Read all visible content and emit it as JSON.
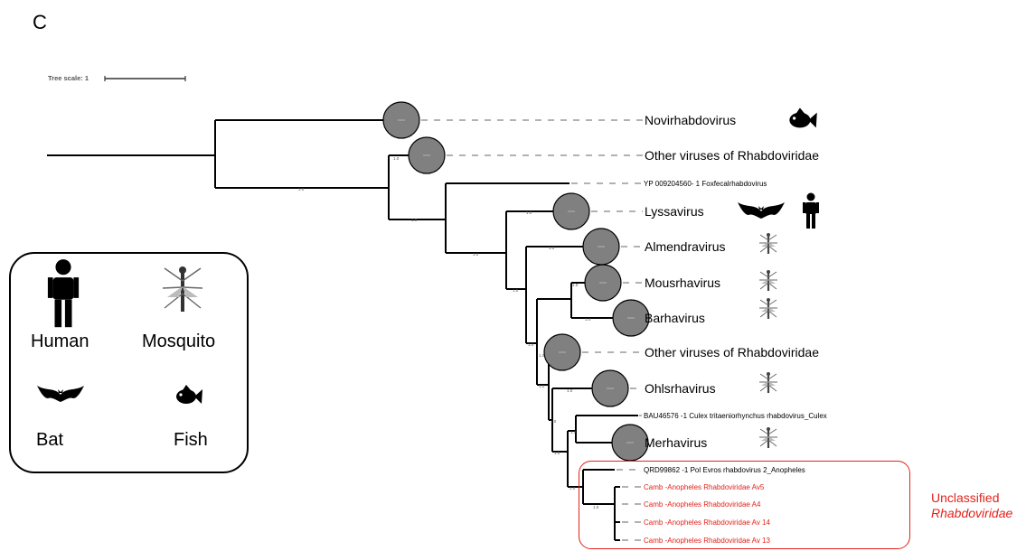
{
  "panel_letter": "C",
  "scale_label": "Tree scale: 1",
  "clades": [
    {
      "label": "Novirhabdovirus"
    },
    {
      "label": "Other viruses of Rhabdoviridae"
    },
    {
      "label": "YP 009204560- 1 Foxfecalrhabdovirus"
    },
    {
      "label": "Lyssavirus"
    },
    {
      "label": "Almendravirus"
    },
    {
      "label": "Mousrhavirus"
    },
    {
      "label": "Barhavirus"
    },
    {
      "label": "Other viruses of Rhabdoviridae"
    },
    {
      "label": "Ohlsrhavirus"
    },
    {
      "label": "BAU46576 -1 Culex tritaeniorhynchus rhabdovirus_Culex"
    },
    {
      "label": "Merhavirus"
    },
    {
      "label": "QRD99862 -1 Pol Evros rhabdovirus   2_Anopheles"
    },
    {
      "label": "Camb -Anopheles Rhabdoviridae Av5"
    },
    {
      "label": "Camb -Anopheles Rhabdoviridae A4"
    },
    {
      "label": "Camb -Anopheles Rhabdoviridae Av 14"
    },
    {
      "label": "Camb -Anopheles Rhabdoviridae Av 13"
    }
  ],
  "bootstrap_label": "1.0",
  "legend": {
    "human": "Human",
    "mosquito": "Mosquito",
    "bat": "Bat",
    "fish": "Fish"
  },
  "unclassified": {
    "line1": "Unclassified",
    "line2": "Rhabdoviridae"
  },
  "colors": {
    "highlight": "#e3221b",
    "clade_circle": "#808080",
    "branch": "#000000"
  }
}
